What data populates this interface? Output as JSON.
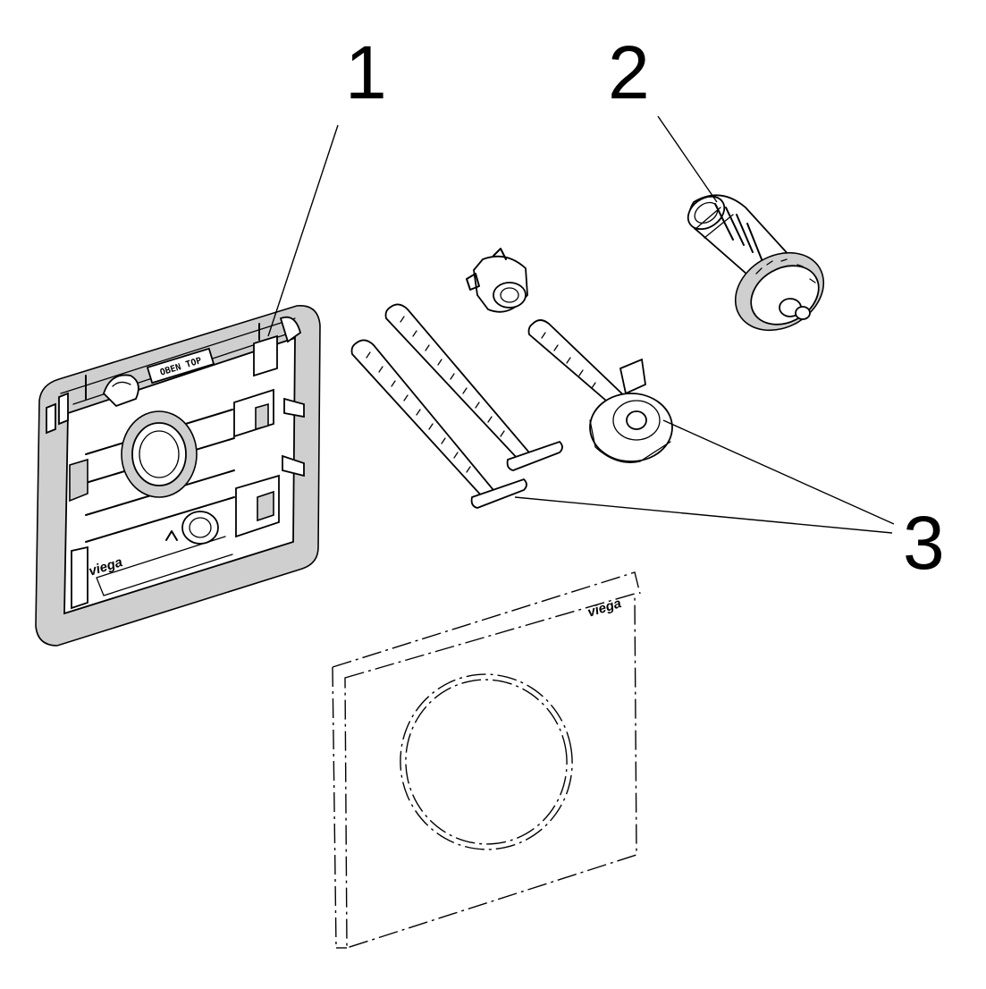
{
  "callouts": {
    "frame": "1",
    "actuator": "2",
    "screws": "3"
  },
  "mounting_frame": {
    "brand_text": "viega",
    "orientation_stamp": "OBEN TOP"
  },
  "cover_plate": {
    "brand_text": "viega"
  }
}
